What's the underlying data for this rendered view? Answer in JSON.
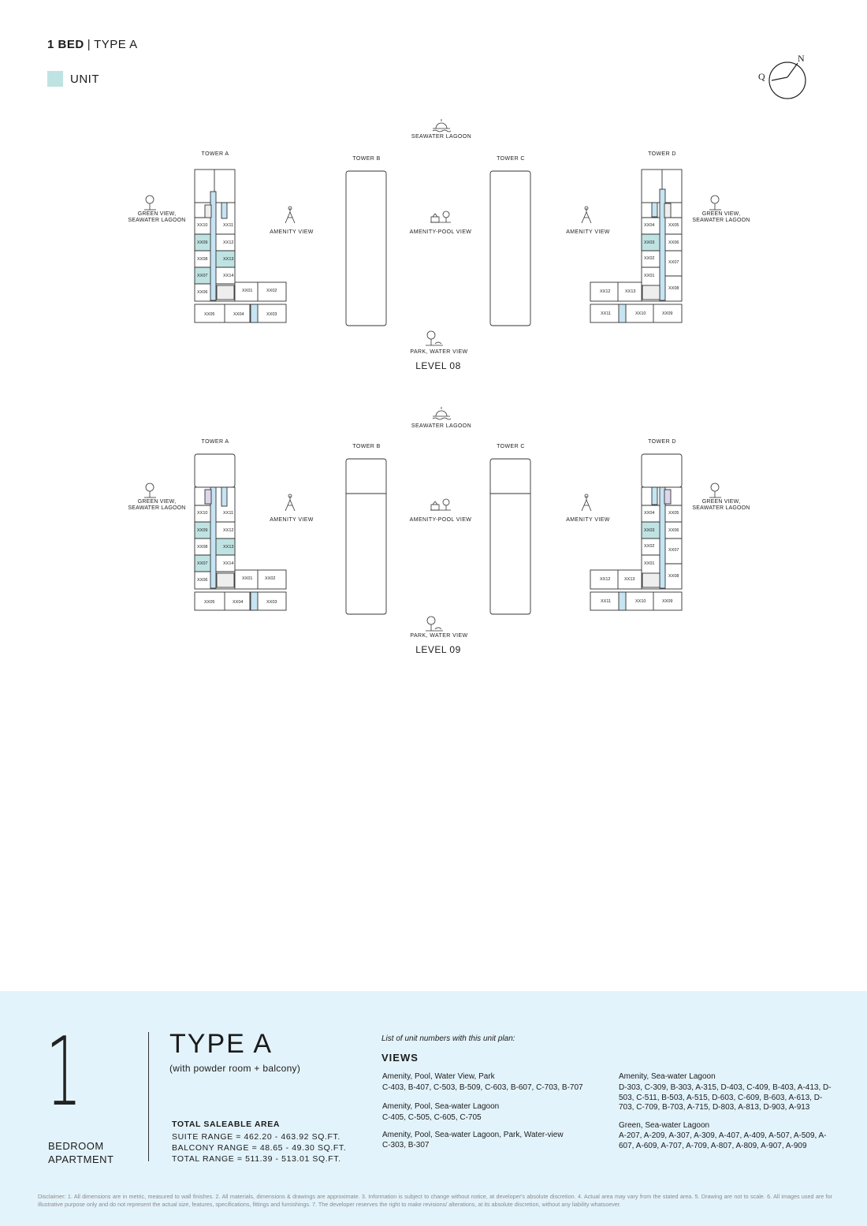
{
  "header": {
    "bed_label": "1 BED",
    "type_label": "TYPE A",
    "legend_label": "UNIT"
  },
  "colors": {
    "unit_highlight": "#bfe3e2",
    "footer_bg": "#e3f3fb",
    "core_blue": "#c6e4f2"
  },
  "compass": {
    "n": "N",
    "q": "Q"
  },
  "plans": [
    {
      "level": "LEVEL 08",
      "seawater": "SEAWATER LAGOON",
      "park": "PARK, WATER VIEW",
      "amenity_pool": "AMENITY-POOL VIEW",
      "amenity_left": "AMENITY VIEW",
      "amenity_right": "AMENITY VIEW",
      "green_left": "GREEN VIEW, SEAWATER LAGOON",
      "green_right": "GREEN VIEW, SEAWATER LAGOON",
      "tower_a": "TOWER A",
      "tower_b": "TOWER B",
      "tower_c": "TOWER C",
      "tower_d": "TOWER D",
      "units_a": {
        "u10": "XX10",
        "u11": "XX11",
        "u09": "XX09",
        "u12": "XX12",
        "u08": "XX08",
        "u13": "XX13",
        "u07": "XX07",
        "u14": "XX14",
        "u06": "XX06",
        "u01": "XX01",
        "u02": "XX02",
        "u05": "XX05",
        "u04": "XX04",
        "u03": "XX03"
      },
      "units_d": {
        "u04": "XX04",
        "u05": "XX05",
        "u03": "XX03",
        "u06": "XX06",
        "u02": "XX02",
        "u07": "XX07",
        "u01": "XX01",
        "u08": "XX08",
        "u12": "XX12",
        "u13": "XX13",
        "u11": "XX11",
        "u10": "XX10",
        "u09": "XX09"
      }
    },
    {
      "level": "LEVEL 09",
      "seawater": "SEAWATER LAGOON",
      "park": "PARK, WATER VIEW",
      "amenity_pool": "AMENITY-POOL VIEW",
      "amenity_left": "AMENITY VIEW",
      "amenity_right": "AMENITY VIEW",
      "green_left": "GREEN VIEW, SEAWATER LAGOON",
      "green_right": "GREEN VIEW, SEAWATER LAGOON",
      "tower_a": "TOWER A",
      "tower_b": "TOWER B",
      "tower_c": "TOWER C",
      "tower_d": "TOWER D",
      "units_a": {
        "u10": "XX10",
        "u11": "XX11",
        "u09": "XX09",
        "u12": "XX12",
        "u08": "XX08",
        "u13": "XX13",
        "u07": "XX07",
        "u14": "XX14",
        "u06": "XX06",
        "u01": "XX01",
        "u02": "XX02",
        "u05": "XX05",
        "u04": "XX04",
        "u03": "XX03"
      },
      "units_d": {
        "u04": "XX04",
        "u05": "XX05",
        "u03": "XX03",
        "u06": "XX06",
        "u02": "XX02",
        "u07": "XX07",
        "u01": "XX01",
        "u08": "XX08",
        "u12": "XX12",
        "u13": "XX13",
        "u11": "XX11",
        "u10": "XX10",
        "u09": "XX09"
      }
    }
  ],
  "footer": {
    "big_number": "1",
    "bedroom_line1": "BEDROOM",
    "bedroom_line2": "APARTMENT",
    "type_title": "TYPE A",
    "type_subtitle": "(with powder room + balcony)",
    "total_area_label": "TOTAL SALEABLE AREA",
    "suite_range": "SUITE RANGE = 462.20 - 463.92 SQ.FT.",
    "balcony_range": "BALCONY RANGE = 48.65 - 49.30 SQ.FT.",
    "total_range": "TOTAL RANGE = 511.39 - 513.01 SQ.FT.",
    "list_header": "List of unit numbers with this unit plan:",
    "views_label": "VIEWS",
    "view_groups": [
      {
        "title": "Amenity, Pool, Water View, Park",
        "units": "C-403, B-407, C-503, B-509, C-603, B-607, C-703, B-707"
      },
      {
        "title": "Amenity, Pool, Sea-water Lagoon",
        "units": "C-405, C-505, C-605, C-705"
      },
      {
        "title": "Amenity, Pool, Sea-water Lagoon, Park, Water-view",
        "units": "C-303, B-307"
      },
      {
        "title": "Amenity, Sea-water Lagoon",
        "units": "D-303, C-309, B-303, A-315, D-403, C-409, B-403, A-413, D-503, C-511, B-503, A-515, D-603, C-609, B-603, A-613, D-703, C-709, B-703, A-715, D-803, A-813, D-903, A-913"
      },
      {
        "title": "Green, Sea-water Lagoon",
        "units": "A-207, A-209, A-307, A-309, A-407, A-409, A-507, A-509, A-607, A-609, A-707, A-709, A-807, A-809, A-907, A-909"
      }
    ],
    "disclaimer": "Disclaimer: 1. All dimensions are in metric, measured to wall finishes. 2. All materials, dimensions & drawings are approximate. 3. Information is subject to change without notice, at developer's absolute discretion. 4. Actual area may vary from the stated area. 5. Drawing are not to scale. 6. All images used are for illustrative purpose only and do not represent the actual size, features, specifications, fittings and furnishings. 7. The developer reserves the right to make revisions/ alterations, at its absolute discretion, without any liability whatsoever."
  }
}
